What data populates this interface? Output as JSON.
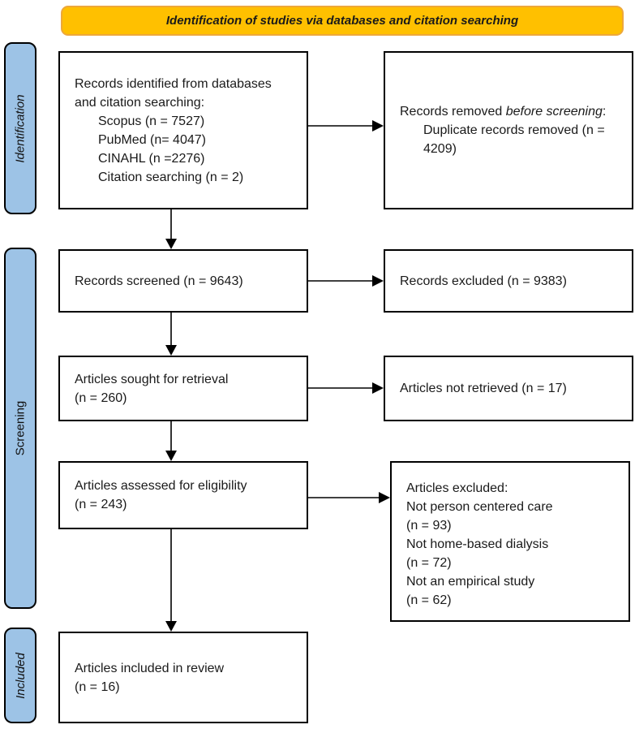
{
  "banner": {
    "title": "Identification of studies via databases and citation searching"
  },
  "stages": {
    "identification": "Identification",
    "screening": "Screening",
    "included": "Included"
  },
  "boxes": {
    "records_identified": {
      "intro": "Records identified from databases and citation searching:",
      "items": [
        "Scopus (n = 7527)",
        "PubMed (n= 4047)",
        "CINAHL (n =2276)",
        "Citation searching (n = 2)"
      ]
    },
    "records_removed": {
      "prefix": "Records removed ",
      "emphasis": "before screening",
      "suffix": ":",
      "item": "Duplicate records removed (n = 4209)"
    },
    "records_screened": {
      "text": "Records screened (n = 9643)"
    },
    "records_excluded": {
      "text": "Records excluded (n = 9383)"
    },
    "articles_sought": {
      "line1": "Articles sought for retrieval",
      "line2": "(n = 260)"
    },
    "articles_not_retrieved": {
      "text": "Articles not retrieved (n = 17)"
    },
    "articles_assessed": {
      "line1": "Articles assessed for eligibility",
      "line2": "(n = 243)"
    },
    "articles_excluded": {
      "title": "Articles excluded:",
      "lines": [
        "Not person centered care",
        "(n = 93)",
        "Not home-based dialysis",
        "(n = 72)",
        "Not an empirical study",
        "(n = 62)"
      ]
    },
    "articles_included": {
      "line1": "Articles included in review",
      "line2": "(n = 16)"
    }
  },
  "colors": {
    "banner_fill": "#FFC000",
    "banner_border": "#EDA83B",
    "stage_fill": "#9DC3E6",
    "box_border": "#000000"
  }
}
